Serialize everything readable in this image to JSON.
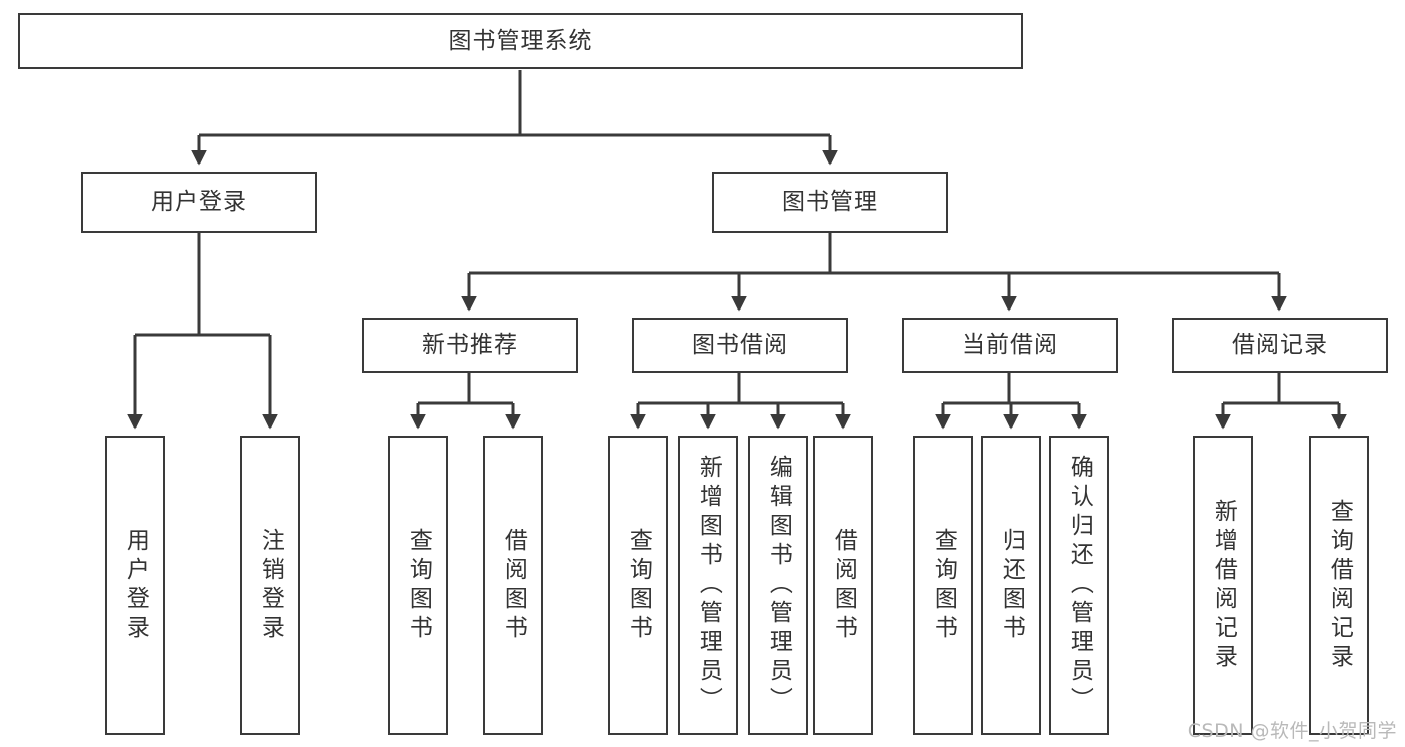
{
  "diagram": {
    "type": "hierarchy-tree",
    "title": "图书管理系统",
    "watermark": "CSDN @软件_小贺同学",
    "colors": {
      "stroke": "#3a3a3a",
      "fill": "#ffffff",
      "text": "#333333",
      "watermark": "#b9b9b9"
    },
    "nodes": {
      "root": {
        "label": "图书管理系统"
      },
      "level2": [
        {
          "label": "用户登录"
        },
        {
          "label": "图书管理"
        }
      ],
      "level3": [
        {
          "label": "新书推荐"
        },
        {
          "label": "图书借阅"
        },
        {
          "label": "当前借阅"
        },
        {
          "label": "借阅记录"
        }
      ],
      "leaves_user_login": [
        {
          "label": "用户登录"
        },
        {
          "label": "注销登录"
        }
      ],
      "leaves_new_books": [
        {
          "label": "查询图书"
        },
        {
          "label": "借阅图书"
        }
      ],
      "leaves_borrow": [
        {
          "label": "查询图书"
        },
        {
          "label": "新增图书（管理员）"
        },
        {
          "label": "编辑图书（管理员）"
        },
        {
          "label": "借阅图书"
        }
      ],
      "leaves_current": [
        {
          "label": "查询图书"
        },
        {
          "label": "归还图书"
        },
        {
          "label": "确认归还（管理员）"
        }
      ],
      "leaves_records": [
        {
          "label": "新增借阅记录"
        },
        {
          "label": "查询借阅记录"
        }
      ]
    }
  }
}
